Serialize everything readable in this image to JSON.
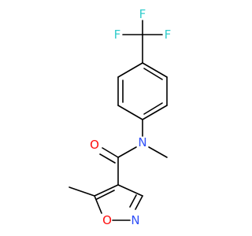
{
  "molecule": {
    "atoms": {
      "F_top": {
        "text": "F",
        "color": "#33cccc"
      },
      "F_left": {
        "text": "F",
        "color": "#33cccc"
      },
      "F_right": {
        "text": "F",
        "color": "#33cccc"
      },
      "N_amide": {
        "text": "N",
        "color": "#3050f8"
      },
      "O_carbonyl": {
        "text": "O",
        "color": "#ff0d0d"
      },
      "O_ring": {
        "text": "O",
        "color": "#ff0d0d"
      },
      "N_ring": {
        "text": "N",
        "color": "#3050f8"
      }
    }
  }
}
